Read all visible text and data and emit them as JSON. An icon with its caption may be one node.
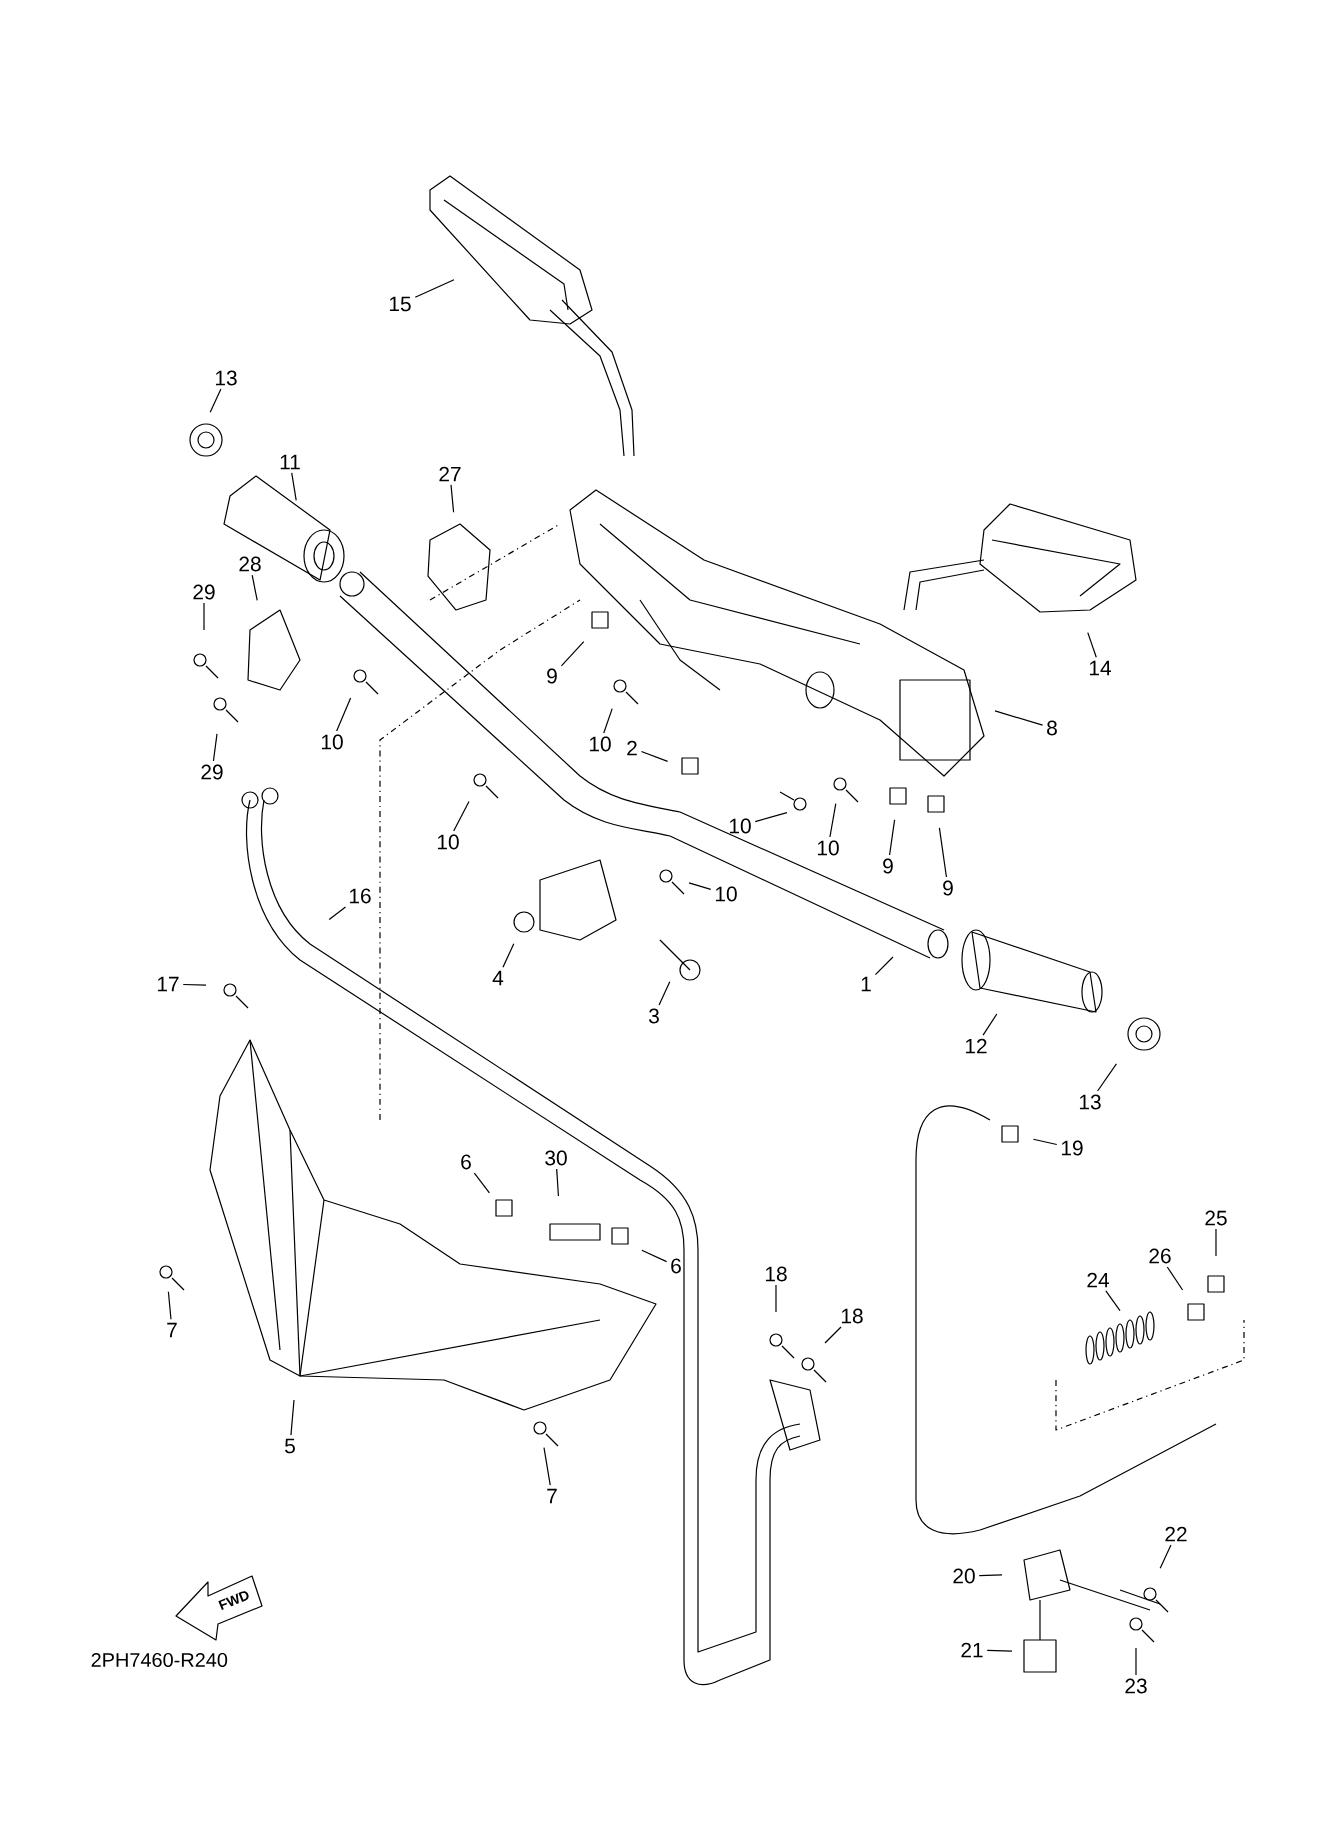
{
  "diagram": {
    "nodes": [
      {
        "text": [
          "15"
        ]
      },
      {
        "text": [
          "13"
        ]
      },
      {
        "text": [
          "11"
        ]
      },
      {
        "text": [
          "27"
        ]
      },
      {
        "text": [
          "28"
        ]
      },
      {
        "text": [
          "29"
        ]
      },
      {
        "text": [
          "29"
        ]
      },
      {
        "text": [
          "10"
        ]
      },
      {
        "text": [
          "9"
        ]
      },
      {
        "text": [
          "10"
        ]
      },
      {
        "text": [
          "2"
        ]
      },
      {
        "text": [
          "14"
        ]
      },
      {
        "text": [
          "8"
        ]
      },
      {
        "text": [
          "10"
        ]
      },
      {
        "text": [
          "10"
        ]
      },
      {
        "text": [
          "10"
        ]
      },
      {
        "text": [
          "9"
        ]
      },
      {
        "text": [
          "9"
        ]
      },
      {
        "text": [
          "10"
        ]
      },
      {
        "text": [
          "4"
        ]
      },
      {
        "text": [
          "16"
        ]
      },
      {
        "text": [
          "17"
        ]
      },
      {
        "text": [
          "3"
        ]
      },
      {
        "text": [
          "1"
        ]
      },
      {
        "text": [
          "12"
        ]
      },
      {
        "text": [
          "13"
        ]
      },
      {
        "text": [
          "19"
        ]
      },
      {
        "text": [
          "6"
        ]
      },
      {
        "text": [
          "30"
        ]
      },
      {
        "text": [
          "6"
        ]
      },
      {
        "text": [
          "7"
        ]
      },
      {
        "text": [
          "5"
        ]
      },
      {
        "text": [
          "7"
        ]
      },
      {
        "text": [
          "18"
        ]
      },
      {
        "text": [
          "18"
        ]
      },
      {
        "text": [
          "24"
        ]
      },
      {
        "text": [
          "26"
        ]
      },
      {
        "text": [
          "25"
        ]
      },
      {
        "text": [
          "20"
        ]
      },
      {
        "text": [
          "22"
        ]
      },
      {
        "text": [
          "21"
        ]
      },
      {
        "text": [
          "23"
        ]
      }
    ],
    "edges": [
      {
        "from": 0,
        "to": null,
        "arrow": "none"
      },
      {
        "from": 1,
        "to": null,
        "arrow": "none"
      },
      {
        "from": 2,
        "to": null,
        "arrow": "none"
      },
      {
        "from": 3,
        "to": null,
        "arrow": "none"
      },
      {
        "from": 4,
        "to": null,
        "arrow": "none"
      },
      {
        "from": 5,
        "to": null,
        "arrow": "none"
      },
      {
        "from": 6,
        "to": null,
        "arrow": "none"
      },
      {
        "from": 7,
        "to": null,
        "arrow": "none"
      },
      {
        "from": 8,
        "to": null,
        "arrow": "none"
      },
      {
        "from": 9,
        "to": null,
        "arrow": "none"
      },
      {
        "from": 10,
        "to": null,
        "arrow": "none"
      },
      {
        "from": 11,
        "to": null,
        "arrow": "none"
      },
      {
        "from": 12,
        "to": null,
        "arrow": "none"
      },
      {
        "from": 13,
        "to": null,
        "arrow": "none"
      },
      {
        "from": 14,
        "to": null,
        "arrow": "none"
      },
      {
        "from": 15,
        "to": null,
        "arrow": "none"
      },
      {
        "from": 16,
        "to": null,
        "arrow": "none"
      },
      {
        "from": 17,
        "to": null,
        "arrow": "none"
      },
      {
        "from": 18,
        "to": null,
        "arrow": "none"
      },
      {
        "from": 19,
        "to": null,
        "arrow": "none"
      },
      {
        "from": 20,
        "to": null,
        "arrow": "none"
      },
      {
        "from": 21,
        "to": null,
        "arrow": "none"
      },
      {
        "from": 22,
        "to": null,
        "arrow": "none"
      },
      {
        "from": 23,
        "to": null,
        "arrow": "none"
      },
      {
        "from": 24,
        "to": null,
        "arrow": "none"
      },
      {
        "from": 25,
        "to": null,
        "arrow": "none"
      },
      {
        "from": 26,
        "to": null,
        "arrow": "none"
      },
      {
        "from": 27,
        "to": null,
        "arrow": "none"
      },
      {
        "from": 28,
        "to": null,
        "arrow": "none"
      },
      {
        "from": 29,
        "to": null,
        "arrow": "none"
      },
      {
        "from": 30,
        "to": null,
        "arrow": "none"
      },
      {
        "from": 31,
        "to": null,
        "arrow": "none"
      },
      {
        "from": 32,
        "to": null,
        "arrow": "none"
      },
      {
        "from": 33,
        "to": null,
        "arrow": "none"
      },
      {
        "from": 34,
        "to": null,
        "arrow": "none"
      },
      {
        "from": 35,
        "to": null,
        "arrow": "none"
      },
      {
        "from": 36,
        "to": null,
        "arrow": "none"
      },
      {
        "from": 37,
        "to": null,
        "arrow": "none"
      },
      {
        "from": 38,
        "to": null,
        "arrow": "none"
      },
      {
        "from": 39,
        "to": null,
        "arrow": "none"
      },
      {
        "from": 40,
        "to": null,
        "arrow": "none"
      },
      {
        "from": 41,
        "to": null,
        "arrow": "none"
      }
    ],
    "labels": [
      "FWD",
      "2PH7460-R240"
    ]
  }
}
